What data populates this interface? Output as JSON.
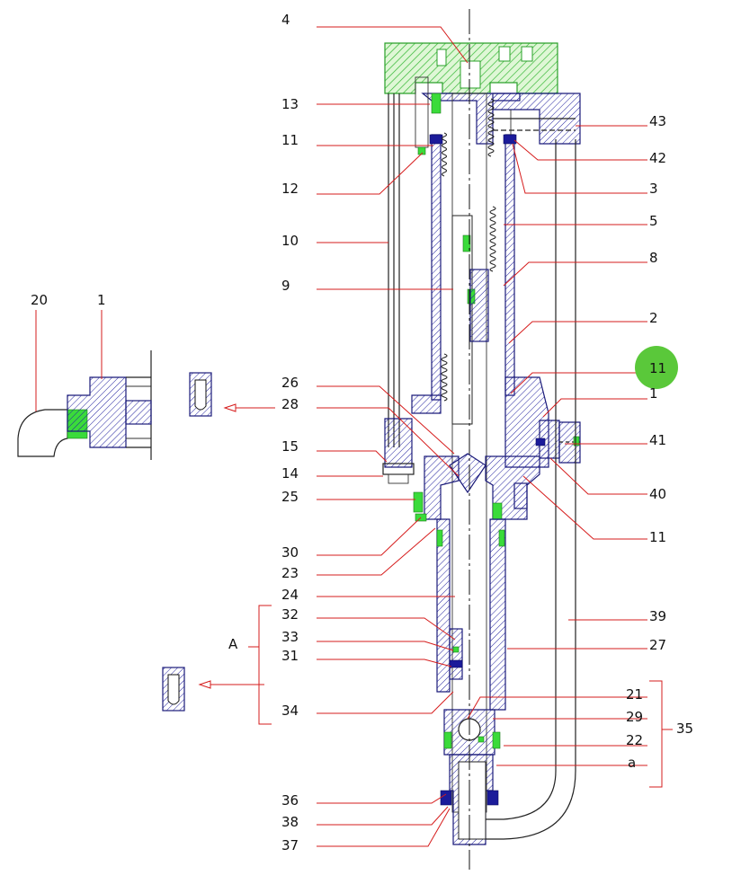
{
  "labels": {
    "l4": "4",
    "l13": "13",
    "l11a": "11",
    "l12": "12",
    "l10": "10",
    "l9": "9",
    "l26": "26",
    "l28": "28",
    "l15": "15",
    "l14": "14",
    "l25": "25",
    "l30": "30",
    "l23": "23",
    "l24": "24",
    "l32": "32",
    "l33": "33",
    "l31": "31",
    "l34": "34",
    "l36": "36",
    "l38": "38",
    "l37": "37",
    "l43": "43",
    "l42": "42",
    "l3": "3",
    "l5": "5",
    "l8": "8",
    "l2": "2",
    "l11b": "11",
    "l1": "1",
    "l41": "41",
    "l40": "40",
    "l11c": "11",
    "l39": "39",
    "l27": "27",
    "l21": "21",
    "l29": "29",
    "l22": "22",
    "la": "a",
    "l35": "35",
    "lA": "A",
    "detail20": "20",
    "detail1": "1"
  },
  "colors": {
    "leader": "#d61c1c",
    "hatch": "#1b1b7a",
    "head_green": "#2aa02a",
    "highlight": "#5ac83a"
  }
}
